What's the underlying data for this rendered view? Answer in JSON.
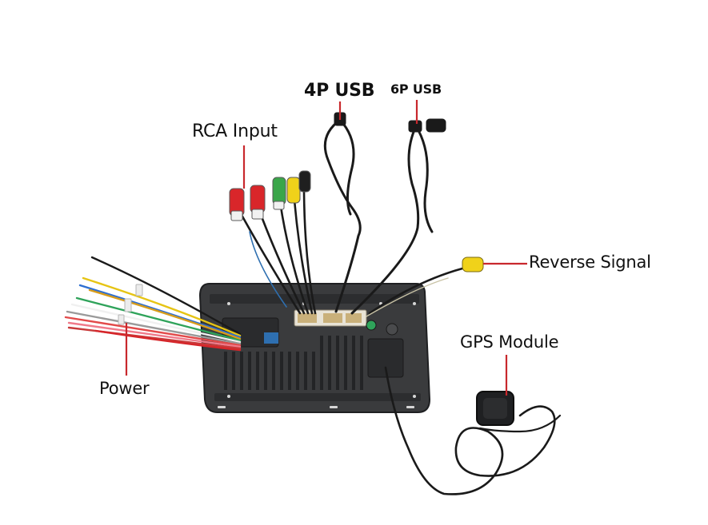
{
  "labels": {
    "rca_input": "RCA Input",
    "usb_4p": "4P USB",
    "usb_6p": "6P USB",
    "reverse_signal": "Reverse Signal",
    "gps_module": "GPS Module",
    "power": "Power"
  },
  "colors": {
    "callout_line": "#c8282d",
    "unit_body": "#3a3b3d",
    "cable": "#1a1a1a",
    "rca_red": "#d9262a",
    "rca_green": "#3aa64a",
    "rca_yellow": "#f0d21a",
    "rca_white": "#f1f1f1"
  }
}
